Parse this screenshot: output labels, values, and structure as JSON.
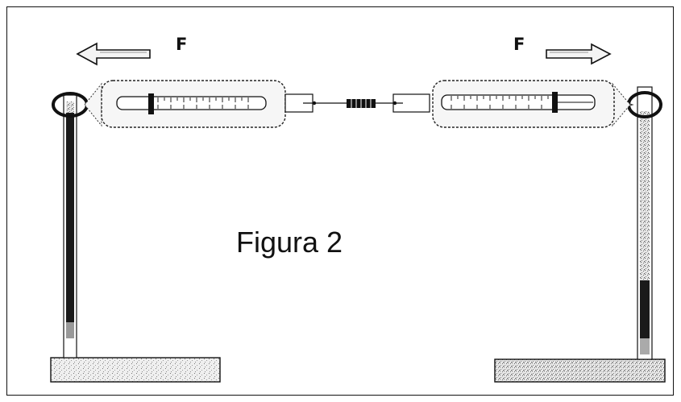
{
  "figure": {
    "caption": "Figura 2",
    "force_left_label": "F",
    "force_right_label": "F"
  }
}
